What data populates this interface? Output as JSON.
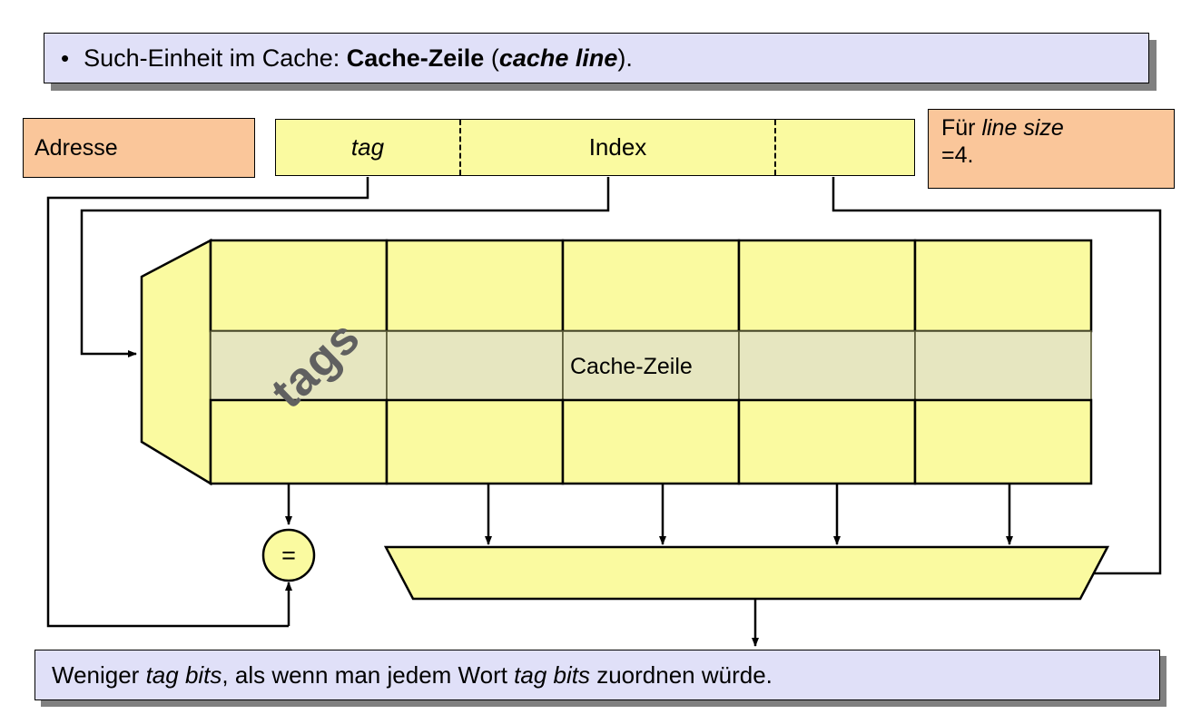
{
  "slide": {
    "bullet": {
      "marker": "•",
      "text_plain": "Such-Einheit im Cache: Cache-Zeile (cache line).",
      "part_normal_1": "Such-Einheit im Cache: ",
      "part_bold": "Cache-Zeile",
      "part_paren_open": " (",
      "part_bold_italic": "cache line",
      "part_paren_close": ")."
    },
    "footer": {
      "text_plain": "Weniger tag bits, als wenn man jedem Wort tag bits zuordnen würde.",
      "part_1": "Weniger ",
      "part_italic_1": "tag bits",
      "part_2": ", als wenn man jedem Wort ",
      "part_italic_2": "tag bits",
      "part_3": " zuordnen würde."
    }
  },
  "address": {
    "label": "Adresse",
    "segments": [
      {
        "name": "tag",
        "label": "tag",
        "italic": true
      },
      {
        "name": "index",
        "label": "Index",
        "italic": false
      },
      {
        "name": "offset",
        "label": "",
        "italic": false
      }
    ]
  },
  "note": {
    "line1_prefix": "Für ",
    "line1_italic": "line size",
    "line2": "=4."
  },
  "cache": {
    "tags_label": "tags",
    "cache_line_label": "Cache-Zeile",
    "comparator_label": "=",
    "columns": 5,
    "rows": 3,
    "highlighted_row_index": 1,
    "mux_inputs": 4
  },
  "colors": {
    "banner_fill": "#e0e0f8",
    "banner_shadow": "#808080",
    "note_fill": "#fac69a",
    "cell_fill": "#fafaa0",
    "cell_highlight_fill": "#e6e6c0",
    "outline": "#000000",
    "tags_text": "#606060"
  }
}
